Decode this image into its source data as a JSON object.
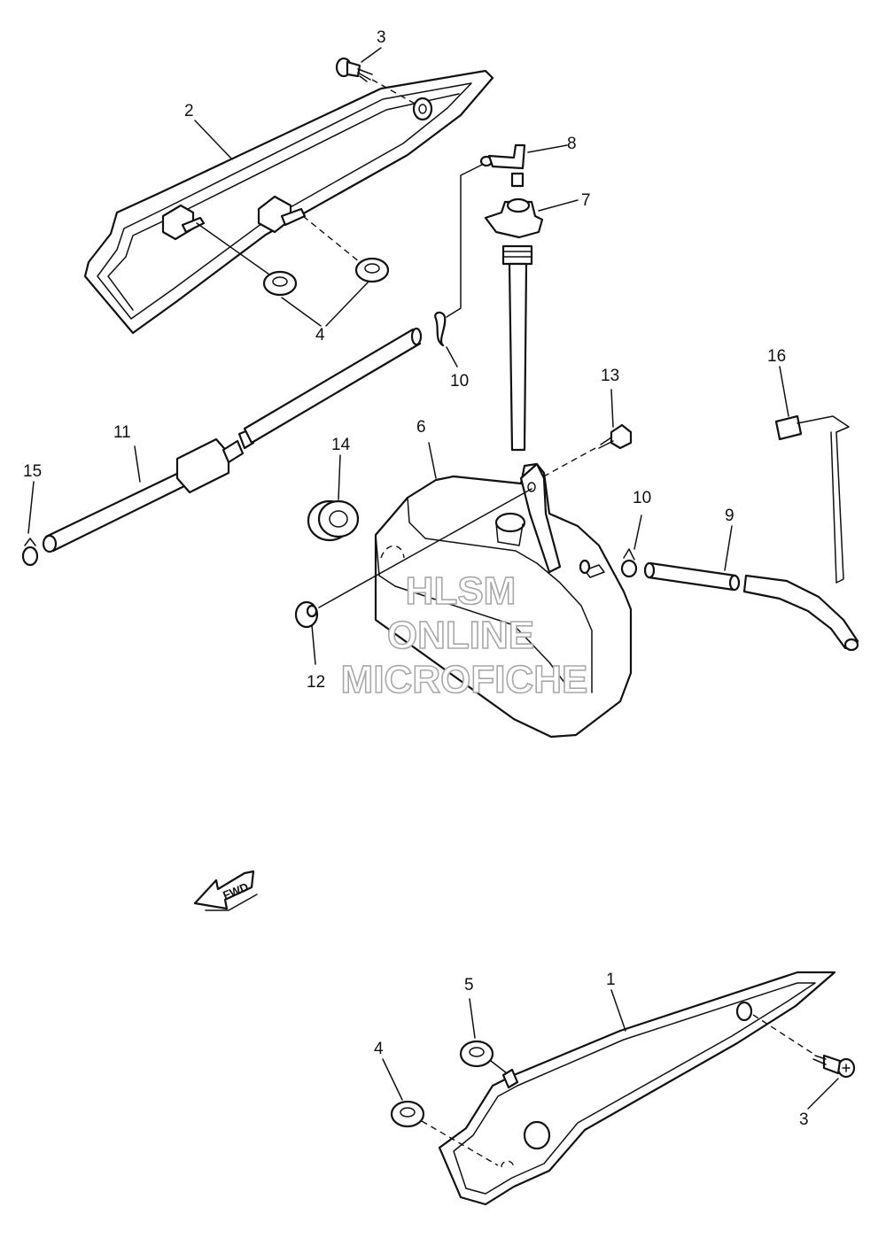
{
  "callouts": {
    "c1": "1",
    "c2": "2",
    "c3_top": "3",
    "c3_bottom": "3",
    "c4_top": "4",
    "c4_bottom": "4",
    "c5": "5",
    "c6": "6",
    "c7": "7",
    "c8": "8",
    "c9": "9",
    "c10_left": "10",
    "c10_right": "10",
    "c11": "11",
    "c12": "12",
    "c13": "13",
    "c14": "14",
    "c15": "15",
    "c16": "16"
  },
  "fwd_label": "FWD",
  "watermark": {
    "line1": "HLSM",
    "line2": "ONLINE",
    "line3": "MICROFICHE"
  }
}
